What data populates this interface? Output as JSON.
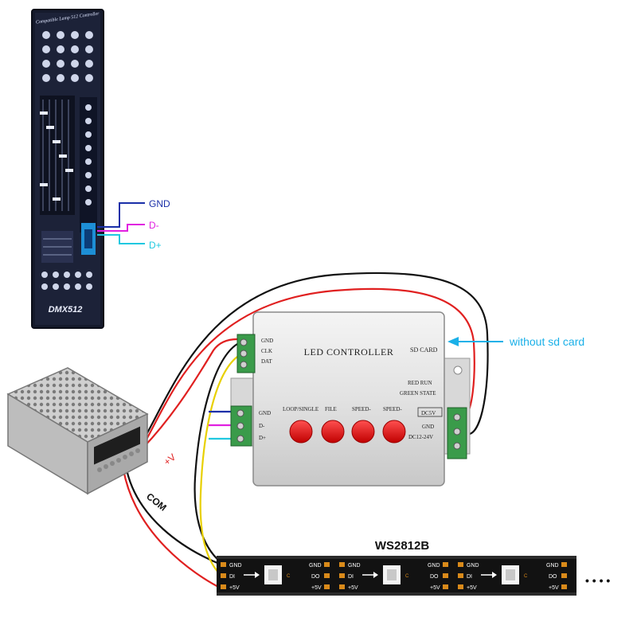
{
  "dmx": {
    "header_text": "Compatible Lamp 512 Controller",
    "model_label": "DMX512"
  },
  "dmx_signals": {
    "gnd_label": "GND",
    "dminus_label": "D-",
    "dplus_label": "D+",
    "gnd_color": "#1a2fa8",
    "dminus_color": "#e020e0",
    "dplus_color": "#20c8e0"
  },
  "controller": {
    "title": "LED CONTROLLER",
    "sd_card_label": "SD CARD",
    "left_top_pins": [
      "GND",
      "CLK",
      "DAT"
    ],
    "left_bottom_pins": [
      "GND",
      "D-",
      "D+"
    ],
    "led_labels": [
      "RED RUN",
      "GREEN STATE"
    ],
    "button_labels": [
      "LOOP/SINGLE",
      "FILE",
      "SPEED-",
      "SPEED-"
    ],
    "dc_label": "DC5V",
    "gnd_label": "GND",
    "voltage_label": "DC12-24V"
  },
  "annotations": {
    "without_sd_card": "without sd card",
    "plus_v": "+V",
    "com": "COM",
    "cyan": "#1ab0e8"
  },
  "strip": {
    "title": "WS2812B",
    "segments": [
      {
        "pins_left": [
          "GND",
          "DI",
          "+5V"
        ],
        "pins_right": [
          "GND",
          "DO",
          "+5V"
        ],
        "chip_label": "C"
      },
      {
        "pins_left": [
          "GND",
          "DI",
          "+5V"
        ],
        "pins_right": [
          "GND",
          "DO",
          "+5V"
        ],
        "chip_label": "C"
      },
      {
        "pins_left": [
          "GND",
          "DI",
          "+5V"
        ],
        "pins_right": [
          "GND",
          "DO",
          "+5V"
        ],
        "chip_label": "C"
      }
    ],
    "continuation": "• • • •"
  },
  "wires": {
    "red": "#e02020",
    "black": "#111111",
    "yellow": "#e8d000"
  }
}
